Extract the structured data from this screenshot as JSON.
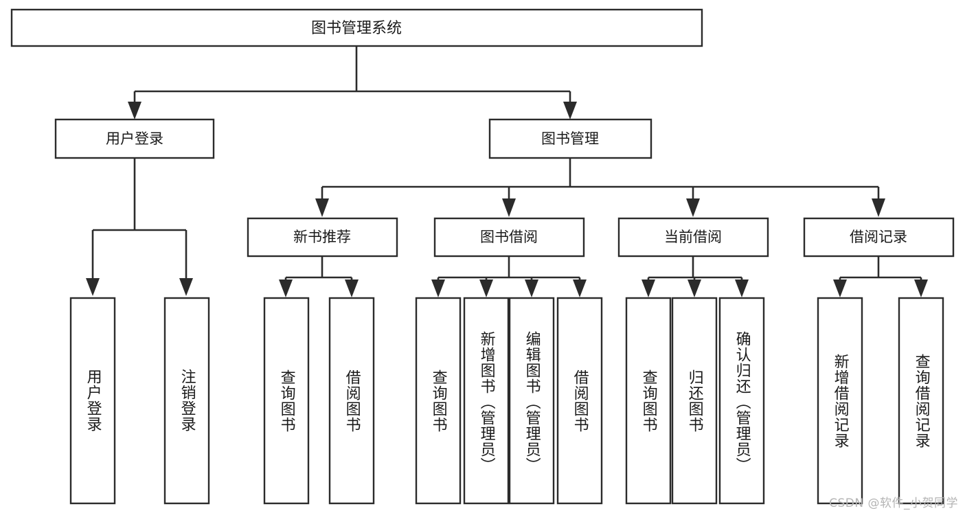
{
  "diagram": {
    "title": "图书管理系统",
    "watermark": "CSDN @软件_小贺同学",
    "type": "tree",
    "orientation": "top-down",
    "line_color": "#2b2b2b",
    "box_fill": "#ffffff",
    "text_color": "#1a1a1a",
    "watermark_color": "#b4b4b4"
  },
  "nodes": {
    "root": {
      "label": "图书管理系统"
    },
    "level2": [
      {
        "id": "user-login",
        "label": "用户登录"
      },
      {
        "id": "book-manage",
        "label": "图书管理"
      }
    ],
    "level3": [
      {
        "id": "new-book-recommend",
        "label": "新书推荐",
        "parent": "book-manage"
      },
      {
        "id": "book-borrow",
        "label": "图书借阅",
        "parent": "book-manage"
      },
      {
        "id": "current-borrow",
        "label": "当前借阅",
        "parent": "book-manage"
      },
      {
        "id": "borrow-record",
        "label": "借阅记录",
        "parent": "book-manage"
      }
    ],
    "leaves": {
      "user-login": [
        {
          "id": "leaf-user-login",
          "label": "用户登录"
        },
        {
          "id": "leaf-logout",
          "label": "注销登录"
        }
      ],
      "new-book-recommend": [
        {
          "id": "leaf-query-book-1",
          "label": "查询图书"
        },
        {
          "id": "leaf-borrow-book-1",
          "label": "借阅图书"
        }
      ],
      "book-borrow": [
        {
          "id": "leaf-query-book-2",
          "label": "查询图书"
        },
        {
          "id": "leaf-add-book",
          "label": "新增图书（管理员）"
        },
        {
          "id": "leaf-edit-book",
          "label": "编辑图书（管理员）"
        },
        {
          "id": "leaf-borrow-book-2",
          "label": "借阅图书"
        }
      ],
      "current-borrow": [
        {
          "id": "leaf-query-book-3",
          "label": "查询图书"
        },
        {
          "id": "leaf-return-book",
          "label": "归还图书"
        },
        {
          "id": "leaf-confirm-return",
          "label": "确认归还（管理员）"
        }
      ],
      "borrow-record": [
        {
          "id": "leaf-add-record",
          "label": "新增借阅记录"
        },
        {
          "id": "leaf-query-record",
          "label": "查询借阅记录"
        }
      ]
    }
  }
}
